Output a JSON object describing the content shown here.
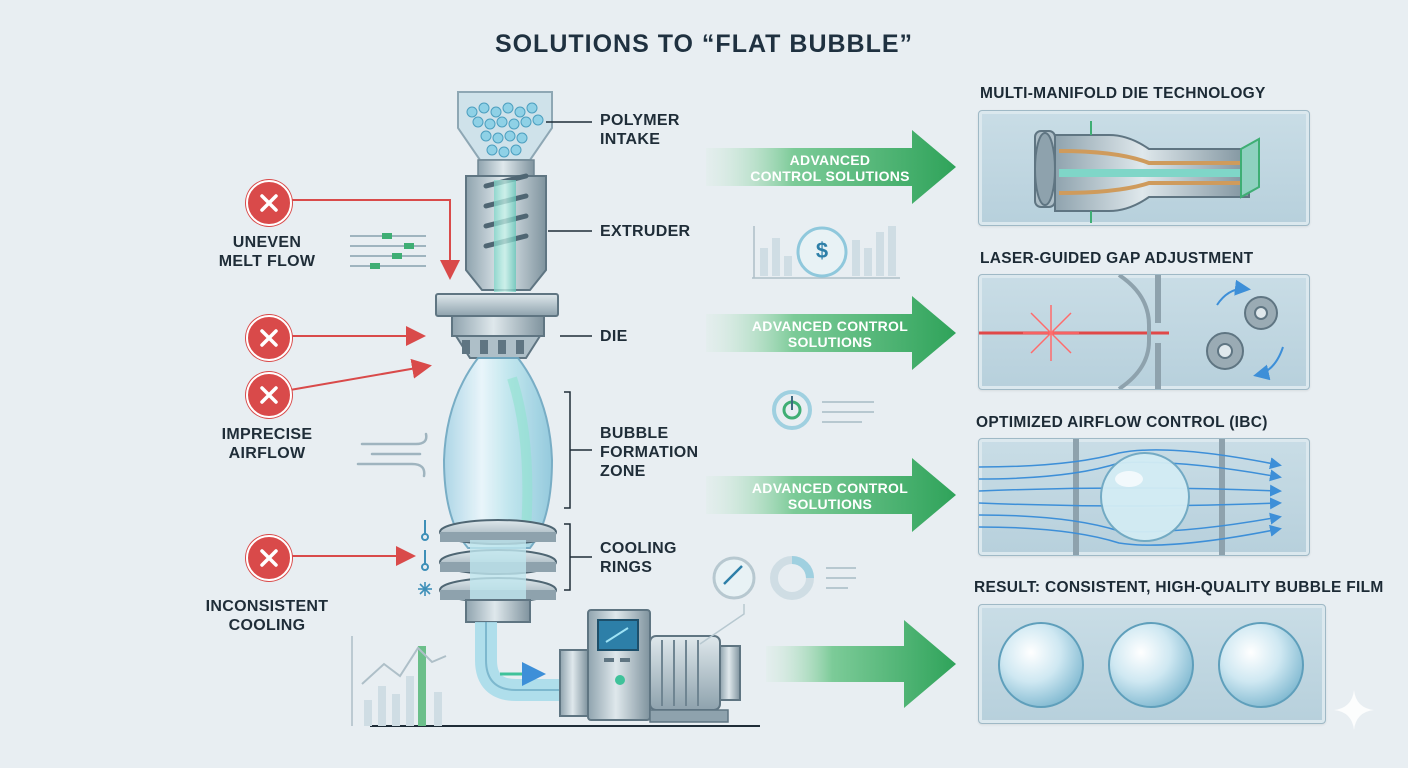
{
  "title": "SOLUTIONS TO “FLAT BUBBLE”",
  "stages": {
    "polymer_intake": "POLYMER\nINTAKE",
    "extruder": "EXTRUDER",
    "die": "DIE",
    "bubble_formation_zone": "BUBBLE\nFORMATION\nZONE",
    "cooling_rings": "COOLING\nRINGS"
  },
  "problems": [
    {
      "label": "UNEVEN\nMELT FLOW",
      "icon": "x-icon"
    },
    {
      "label": "IMPRECISE\nAIRFLOW",
      "icon": "x-icon"
    },
    {
      "label": "INCONSISTENT\nCOOLING",
      "icon": "x-icon"
    }
  ],
  "arrows": [
    {
      "text": "ADVANCED\nCONTROL SOLUTIONS"
    },
    {
      "text": "ADVANCED CONTROL\nSOLUTIONS"
    },
    {
      "text": "ADVANCED CONTROL\nSOLUTIONS"
    }
  ],
  "solutions": [
    {
      "title": "MULTI-MANIFOLD DIE TECHNOLOGY"
    },
    {
      "title": "LASER-GUIDED GAP ADJUSTMENT"
    },
    {
      "title": "OPTIMIZED AIRFLOW CONTROL (IBC)"
    },
    {
      "title": "RESULT: CONSISTENT, HIGH-QUALITY BUBBLE FILM"
    }
  ],
  "icons": {
    "dollar": "$",
    "problem_icon": "x-icon",
    "wind_icon": "wind-icon",
    "thermometer_icon": "thermometer-icon",
    "snowflake_icon": "snowflake-icon",
    "gear_icon": "gear-icon",
    "laser_icon": "laser-icon"
  },
  "colors": {
    "problem_red": "#d94a4a",
    "arrow_green": "#2fa35a",
    "title_navy": "#1f3140"
  }
}
